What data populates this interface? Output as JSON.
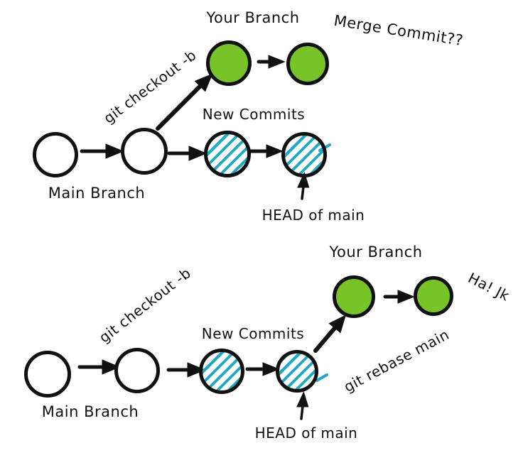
{
  "colors": {
    "ink": "#111111",
    "green": "#78c428",
    "teal": "#20a9c2",
    "background": "#ffffff"
  },
  "top_diagram": {
    "your_branch_label": "Your Branch",
    "merge_commit_label": "Merge Commit??",
    "checkout_command": "git checkout -b",
    "new_commits_label": "New Commits",
    "main_branch_label": "Main Branch",
    "head_label": "HEAD of main",
    "nodes": {
      "main": [
        "commit",
        "commit",
        "new-commit",
        "new-commit"
      ],
      "branch": [
        "branch-commit",
        "branch-commit"
      ]
    }
  },
  "bottom_diagram": {
    "your_branch_label": "Your Branch",
    "ha_jk_label": "Ha! Jk",
    "checkout_command": "git checkout -b",
    "rebase_command": "git rebase main",
    "new_commits_label": "New Commits",
    "main_branch_label": "Main Branch",
    "head_label": "HEAD of main",
    "nodes": {
      "main": [
        "commit",
        "commit",
        "new-commit",
        "new-commit"
      ],
      "branch": [
        "branch-commit",
        "branch-commit"
      ]
    }
  }
}
